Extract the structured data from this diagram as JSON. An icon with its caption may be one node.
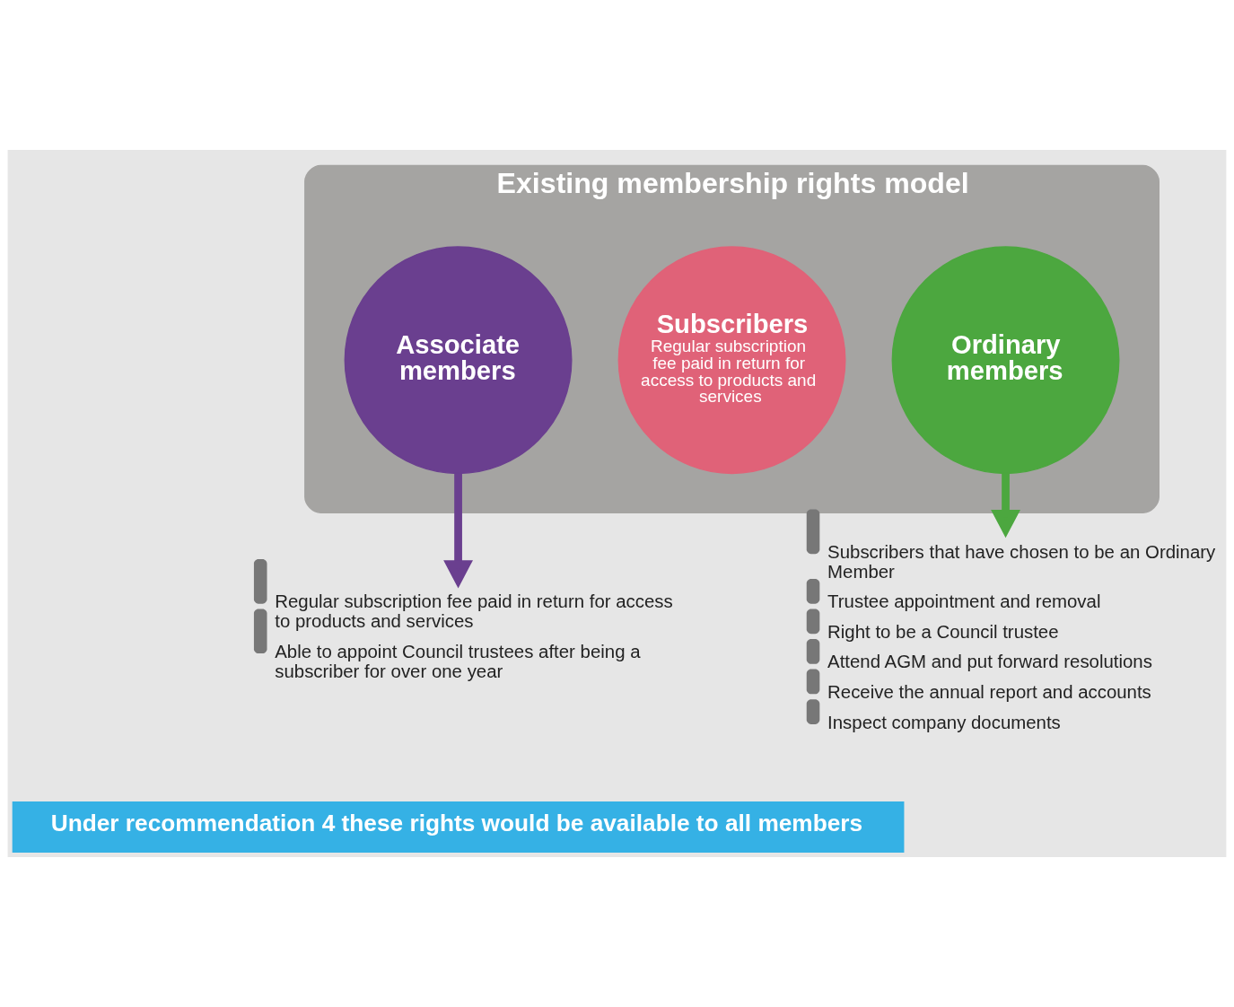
{
  "diagram": {
    "nodes": [
      {
        "text": [
          "Existing membership rights model"
        ]
      },
      {
        "text": [
          "Subscribers",
          "Regular subscription fee paid in return for access to products and services"
        ],
        "in": 0
      },
      {
        "text": [
          "Associate members"
        ],
        "in": 0
      },
      {
        "text": [
          "Ordinary members"
        ],
        "in": 0
      },
      {
        "text": [
          "Regular subscription fee paid in return for access to products and services",
          "Able to appoint Council trustees after being a subscriber for over one year"
        ]
      },
      {
        "text": [
          "Subscribers that have chosen to be an Ordinary Member",
          "Trustee appointment and removal",
          "Right to be a Council trustee",
          "Attend AGM and put forward resolutions",
          "Receive the annual report and accounts",
          "Inspect company documents"
        ]
      },
      {
        "text": [
          "Under recommendation 4 these rights would be available to all members"
        ]
      }
    ],
    "edges": [
      {
        "from": 2,
        "to": 4,
        "arrow": "to",
        "color": "#6a3f8f"
      },
      {
        "from": 3,
        "to": 5,
        "arrow": "to",
        "color": "#4ca73f"
      }
    ]
  }
}
